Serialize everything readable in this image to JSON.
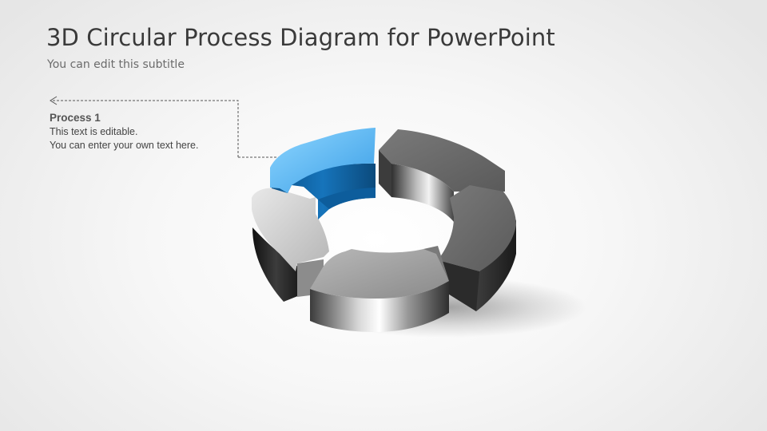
{
  "slide": {
    "title": "3D Circular Process Diagram for PowerPoint",
    "subtitle": "You can edit this subtitle"
  },
  "callout": {
    "heading": "Process 1",
    "lines": [
      "This text is editable.",
      "You can enter your own text here."
    ]
  },
  "diagram": {
    "segments": [
      {
        "name": "segment-1",
        "color": "#3aa0e8",
        "highlighted": true
      },
      {
        "name": "segment-2",
        "color": "#6b6b6b",
        "highlighted": false
      },
      {
        "name": "segment-3",
        "color": "#5f5f5f",
        "highlighted": false
      },
      {
        "name": "segment-4",
        "color": "#9a9a9a",
        "highlighted": false
      },
      {
        "name": "segment-5",
        "color": "#cfcfcf",
        "highlighted": false
      }
    ]
  }
}
